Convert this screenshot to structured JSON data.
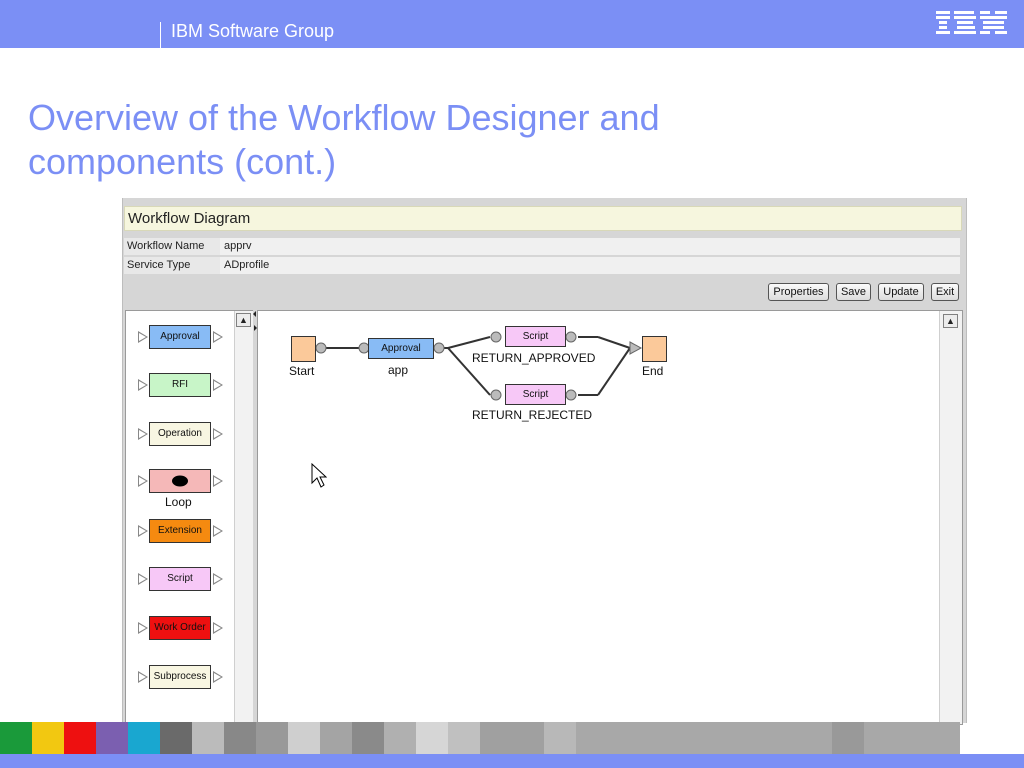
{
  "header": {
    "group": "IBM Software Group",
    "logo": "IBM"
  },
  "slide": {
    "title": "Overview of the Workflow Designer and components (cont.)"
  },
  "app": {
    "section_title": "Workflow Diagram",
    "fields": [
      {
        "label": "Workflow Name",
        "value": "apprv"
      },
      {
        "label": "Service Type",
        "value": "ADprofile"
      }
    ],
    "buttons": [
      "Properties",
      "Save",
      "Update",
      "Exit"
    ]
  },
  "palette": {
    "items": [
      {
        "label": "Approval",
        "color": "#88bbf5"
      },
      {
        "label": "RFI",
        "color": "#c8f5c8"
      },
      {
        "label": "Operation",
        "color": "#f8f6e2"
      },
      {
        "label": "",
        "color": "#f5b8b8",
        "caption": "Loop"
      },
      {
        "label": "Extension",
        "color": "#f58a10"
      },
      {
        "label": "Script",
        "color": "#f7c8f7"
      },
      {
        "label": "Work Order",
        "color": "#ee1010"
      },
      {
        "label": "Subprocess",
        "color": "#f8f6e2"
      }
    ]
  },
  "diagram": {
    "start_label": "Start",
    "end_label": "End",
    "approval_node": {
      "label": "Approval",
      "caption": "app"
    },
    "script_top": {
      "label": "Script",
      "caption": "RETURN_APPROVED"
    },
    "script_bottom": {
      "label": "Script",
      "caption": "RETURN_REJECTED"
    }
  },
  "colors": {
    "brand": "#7b8ff5",
    "start_end": "#fbc99a",
    "footer": [
      "#1a9a3a",
      "#f2c811",
      "#ee1010",
      "#7b5fb0",
      "#19a7d0",
      "#6a6a6a",
      "#bbbbbb",
      "#888888",
      "#999999",
      "#cfcfcf",
      "#a4a4a4",
      "#8a8a8a",
      "#b0b0b0"
    ]
  }
}
